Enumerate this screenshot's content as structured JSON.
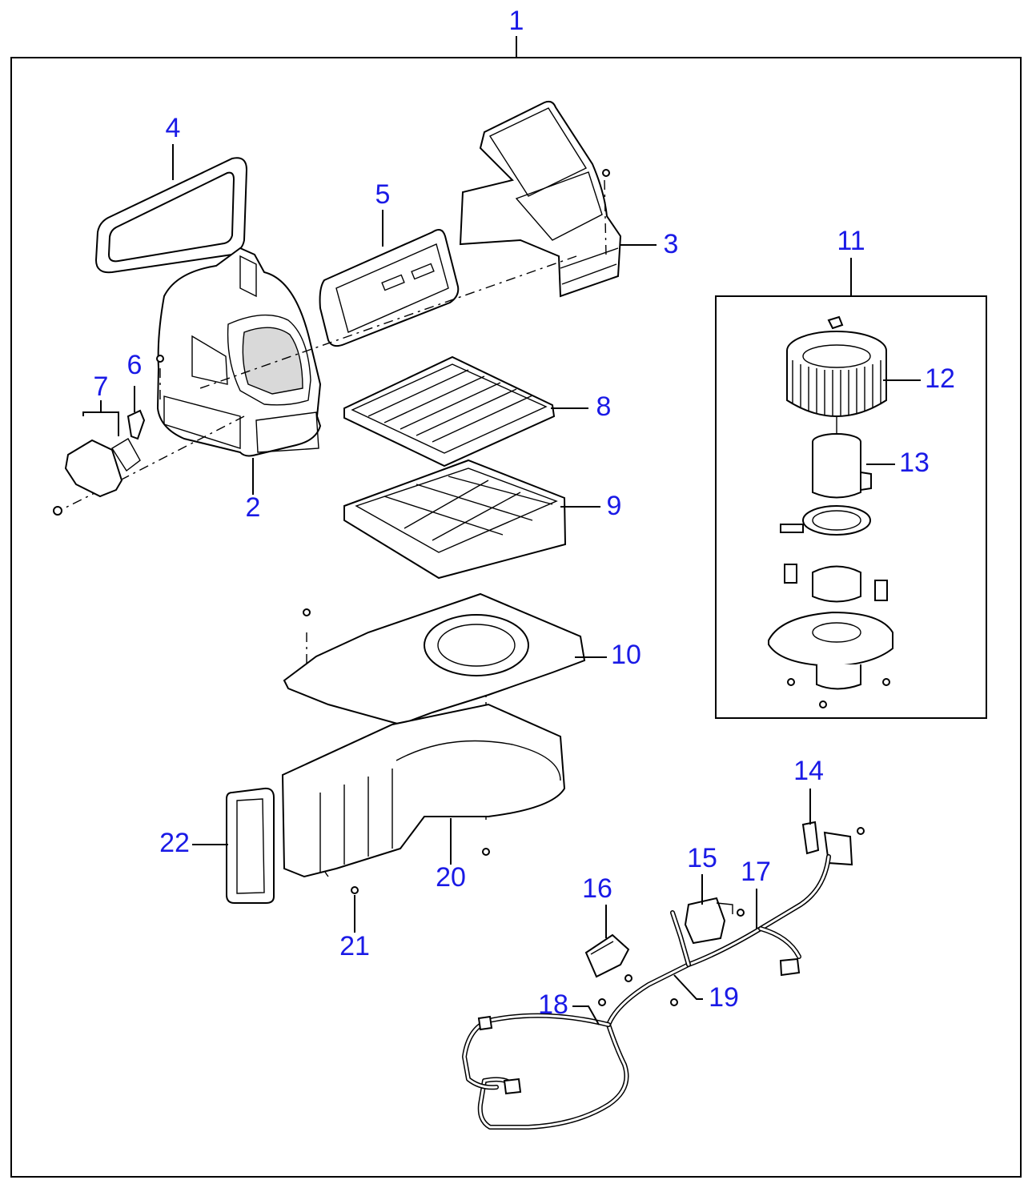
{
  "diagram": {
    "callouts": {
      "c1": "1",
      "c2": "2",
      "c3": "3",
      "c4": "4",
      "c5": "5",
      "c6": "6",
      "c7": "7",
      "c8": "8",
      "c9": "9",
      "c10": "10",
      "c11": "11",
      "c12": "12",
      "c13": "13",
      "c14": "14",
      "c15": "15",
      "c16": "16",
      "c17": "17",
      "c18": "18",
      "c19": "19",
      "c20": "20",
      "c21": "21",
      "c22": "22"
    },
    "colors": {
      "callout_text": "#1a1ae6",
      "line": "#000000",
      "background": "#ffffff"
    }
  }
}
